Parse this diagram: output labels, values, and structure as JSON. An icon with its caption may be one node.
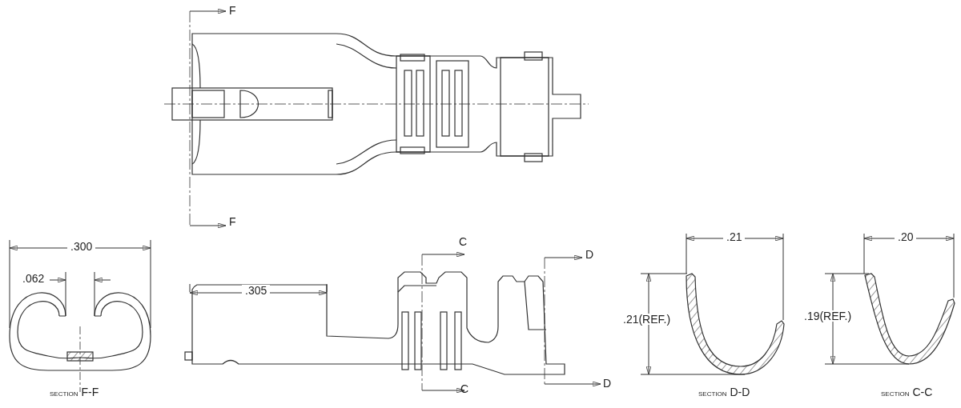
{
  "diagram": {
    "labels": [
      "F",
      "F",
      ".300",
      ".062",
      ".305",
      "C",
      "D",
      ".21",
      ".20",
      ".21(REF.)",
      ".19(REF.)",
      "C",
      "D",
      "SECTION F-F",
      "SECTION D-D",
      "SECTION C-C"
    ]
  }
}
